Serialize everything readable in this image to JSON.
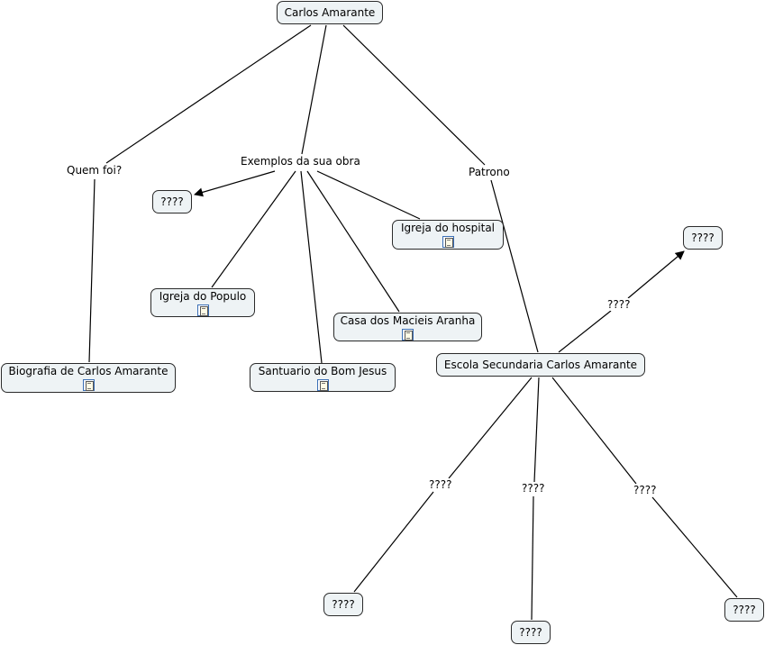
{
  "nodes": {
    "carlos": "Carlos Amarante",
    "q_left": "????",
    "igreja_hospital": "Igreja do hospital",
    "q_right_top": "????",
    "igreja_populo": "Igreja do Populo",
    "casa_macieis": "Casa dos Macieis Aranha",
    "biografia": "Biografia de Carlos Amarante",
    "santuario": "Santuario do Bom Jesus",
    "escola": "Escola Secundaria Carlos Amarante",
    "q_bottom_left": "????",
    "q_bottom_mid": "????",
    "q_bottom_right": "????"
  },
  "links": {
    "quem_foi": "Quem foi?",
    "exemplos": "Exemplos da sua obra",
    "patrono": "Patrono",
    "q_top": "????",
    "q_left": "????",
    "q_mid": "????",
    "q_right": "????"
  },
  "icons": {
    "resource": "document-icon"
  }
}
